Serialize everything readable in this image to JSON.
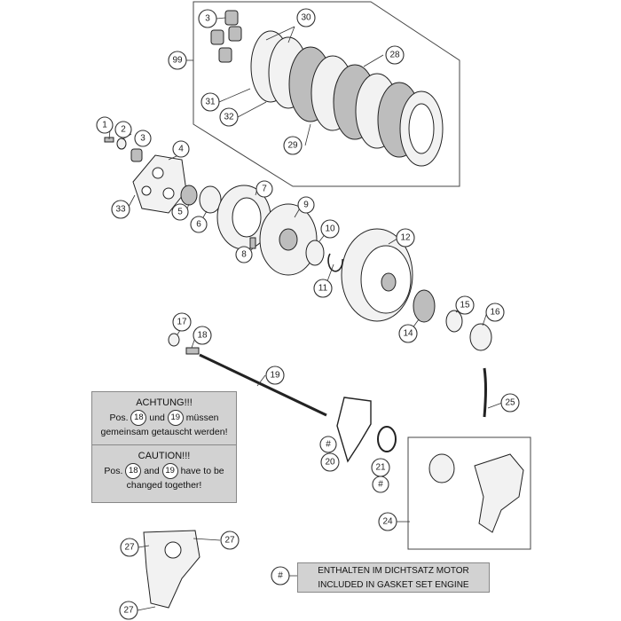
{
  "callouts": {
    "c1": "1",
    "c2": "2",
    "c3a": "3",
    "c3b": "3",
    "c4": "4",
    "c5": "5",
    "c6": "6",
    "c7": "7",
    "c8": "8",
    "c9": "9",
    "c10": "10",
    "c11": "11",
    "c12": "12",
    "c14": "14",
    "c15": "15",
    "c16": "16",
    "c17": "17",
    "c18": "18",
    "c19": "19",
    "c20": "20",
    "c21": "21",
    "c24": "24",
    "c25": "25",
    "c27a": "27",
    "c27b": "27",
    "c27c": "27",
    "c28": "28",
    "c29": "29",
    "c30": "30",
    "c31": "31",
    "c32": "32",
    "c33": "33",
    "c99": "99",
    "hash1": "#",
    "hash2": "#",
    "hash3": "#"
  },
  "note_de": {
    "title": "ACHTUNG!!!",
    "pos": "Pos.",
    "ref1": "18",
    "und": "und",
    "ref2": "19",
    "tail": "müssen",
    "line2": "gemeinsam getauscht werden!"
  },
  "note_en": {
    "title": "CAUTION!!!",
    "pos": "Pos.",
    "ref1": "18",
    "and": "and",
    "ref2": "19",
    "tail": "have to be",
    "line2": "changed together!"
  },
  "gasket": {
    "symbol": "#",
    "line1": "ENTHALTEN IM DICHTSATZ MOTOR",
    "line2": "INCLUDED IN GASKET SET ENGINE"
  }
}
